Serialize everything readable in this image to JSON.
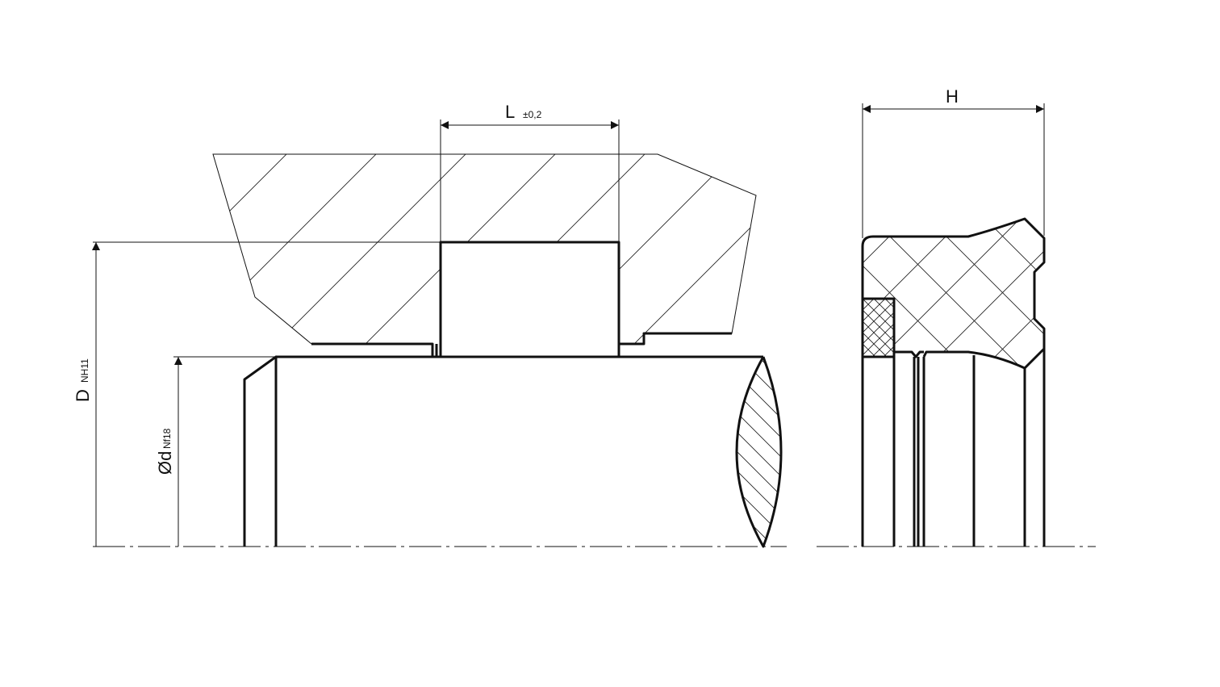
{
  "drawing": {
    "dimension_L": {
      "symbol": "L",
      "tolerance": "±0,2"
    },
    "dimension_H": {
      "symbol": "H"
    },
    "dimension_D": {
      "symbol": "D",
      "tolerance": "NH11"
    },
    "dimension_d": {
      "symbol": "Ød",
      "tolerance": "Nf18"
    },
    "line_color": "#111111"
  }
}
